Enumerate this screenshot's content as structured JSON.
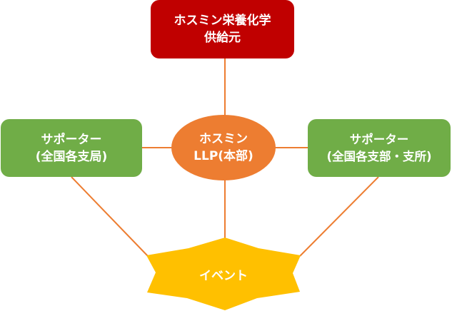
{
  "colors": {
    "supplier": "#c00000",
    "supporter": "#70ad47",
    "hq": "#ed7d31",
    "event": "#ffc000",
    "connector": "#ed7d31",
    "text": "#ffffff"
  },
  "nodes": {
    "supplier": {
      "lines": [
        "ホスミン栄養化学",
        "供給元"
      ]
    },
    "hq": {
      "lines": [
        "ホスミン",
        "LLP(本部)"
      ]
    },
    "supporter_left": {
      "lines": [
        "サポーター",
        "(全国各支局)"
      ]
    },
    "supporter_right": {
      "lines": [
        "サポーター",
        "(全国各支部・支所)"
      ]
    },
    "event": {
      "label": "イベント"
    }
  },
  "connections": [
    {
      "from": "supplier",
      "to": "hq"
    },
    {
      "from": "supporter_left",
      "to": "hq"
    },
    {
      "from": "hq",
      "to": "supporter_right"
    },
    {
      "from": "hq",
      "to": "event"
    },
    {
      "from": "supporter_left",
      "to": "event"
    },
    {
      "from": "supporter_right",
      "to": "event"
    }
  ]
}
